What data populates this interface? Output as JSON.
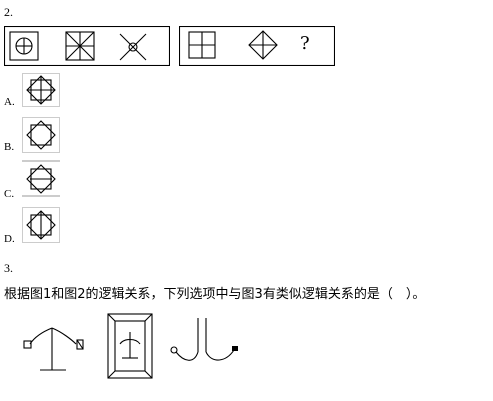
{
  "question2": {
    "number": "2.",
    "unknown_mark": "?",
    "options": [
      {
        "label": "A."
      },
      {
        "label": "B."
      },
      {
        "label": "C."
      },
      {
        "label": "D."
      }
    ]
  },
  "question3": {
    "number": "3.",
    "prompt": "根据图1和图2的逻辑关系，下列选项中与图3有类似逻辑关系的是（　）。"
  }
}
